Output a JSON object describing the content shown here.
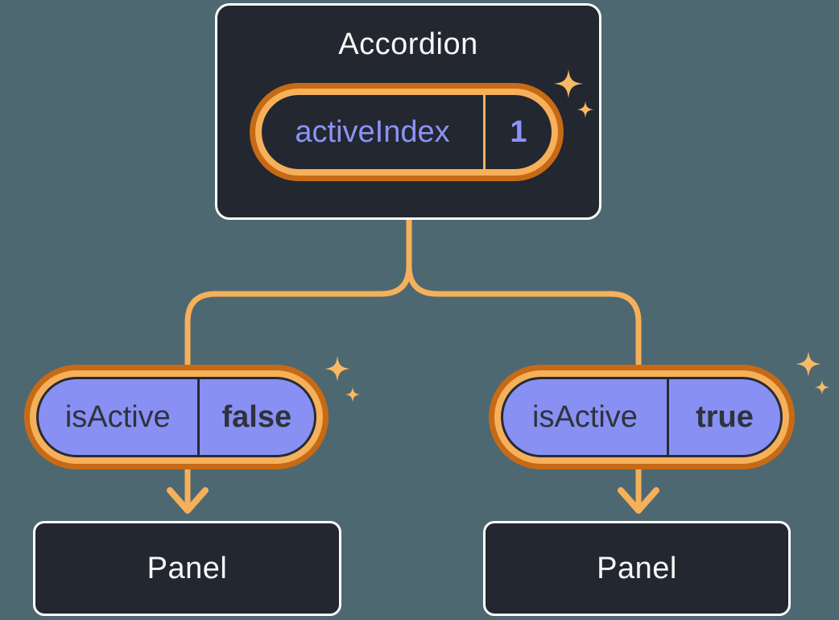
{
  "root": {
    "title": "Accordion",
    "state": {
      "name": "activeIndex",
      "value": "1"
    }
  },
  "branches": [
    {
      "prop": {
        "name": "isActive",
        "value": "false"
      },
      "panel": {
        "title": "Panel"
      }
    },
    {
      "prop": {
        "name": "isActive",
        "value": "true"
      },
      "panel": {
        "title": "Panel"
      }
    }
  ],
  "icons": {
    "sparkle_large": "sparkle-icon",
    "sparkle_small": "sparkle-icon"
  },
  "colors": {
    "background": "#4E6871",
    "node_background": "#23272F",
    "node_border": "#FFFFFF",
    "node_text": "#F6F7F9",
    "state_text": "#8A93F7",
    "prop_fill": "#8890F3",
    "prop_text": "#2E333C",
    "ring_outer_orange": "#C76A15",
    "ring_inner_orange": "#F6B05A",
    "connector": "#F6B05A",
    "sparkle": "#F8B966"
  }
}
